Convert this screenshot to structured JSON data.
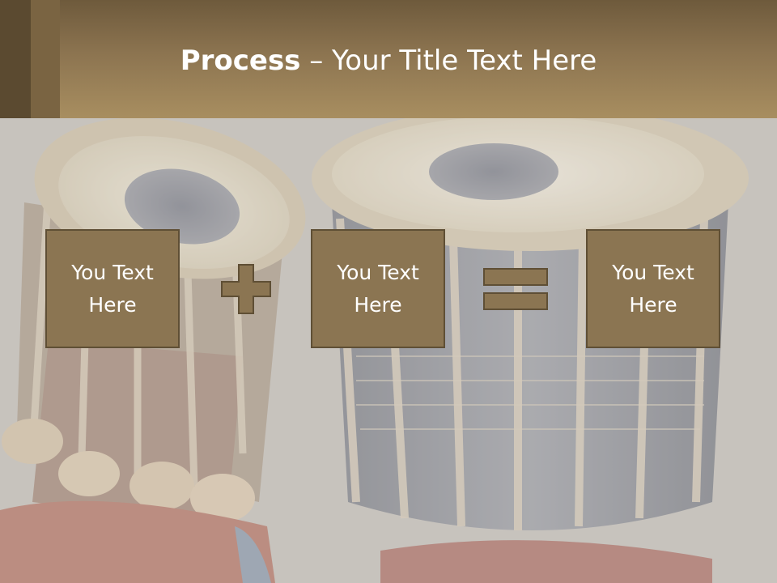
{
  "slide": {
    "title_bold": "Process",
    "title_rest": " – Your Title Text Here",
    "boxes": [
      {
        "text": "You Text Here"
      },
      {
        "text": "You Text Here"
      },
      {
        "text": "You Text Here"
      }
    ],
    "operators": [
      "plus",
      "equals"
    ]
  },
  "colors": {
    "title_bar": "#8c7450",
    "box_fill": "#8b7552",
    "box_border": "#5f4f35",
    "text": "#ffffff"
  }
}
